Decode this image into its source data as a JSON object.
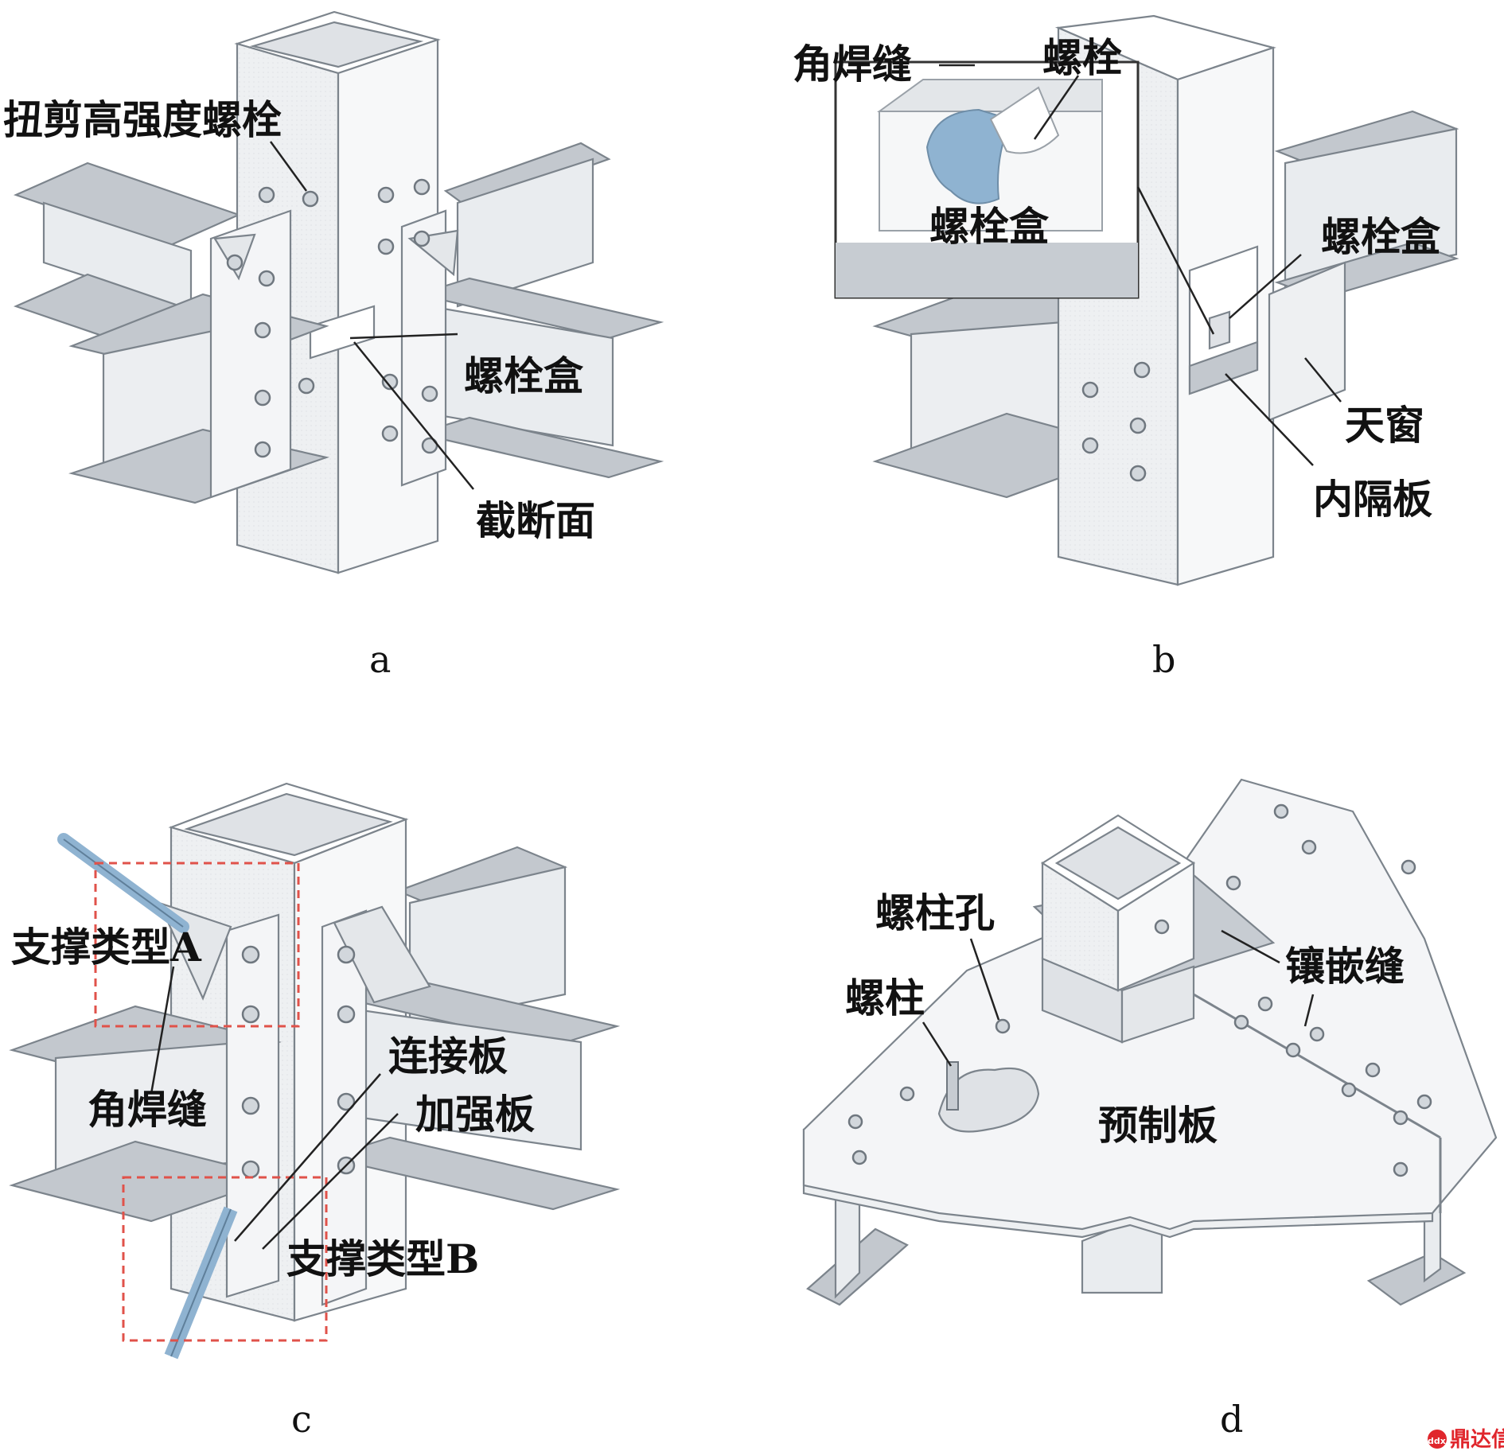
{
  "colors": {
    "steel_light": "#f2f3f5",
    "steel_mid": "#dfe2e6",
    "steel_dark": "#c7ccd2",
    "flange_top": "#b7bcc2",
    "edge": "#7c848c",
    "weld_blue": "#8fb3d1",
    "dashed_red": "#e0524a",
    "watermark_red": "#e0262c"
  },
  "panels": {
    "a": {
      "caption": "a",
      "labels": {
        "bolt": "扭剪高强度螺栓",
        "bolt_box": "螺栓盒",
        "section": "截断面"
      }
    },
    "b": {
      "caption": "b",
      "labels": {
        "fillet_weld": "角焊缝",
        "bolt": "螺栓",
        "bolt_box_inset": "螺栓盒",
        "bolt_box": "螺栓盒",
        "skylight": "天窗",
        "diaphragm": "内隔板"
      }
    },
    "c": {
      "caption": "c",
      "labels": {
        "brace_a": "支撑类型A",
        "fillet_weld": "角焊缝",
        "connect_plate": "连接板",
        "stiffener": "加强板",
        "brace_b": "支撑类型B"
      }
    },
    "d": {
      "caption": "d",
      "labels": {
        "stud_hole": "螺柱孔",
        "stud": "螺柱",
        "inlay_seam": "镶嵌缝",
        "precast_slab": "预制板"
      }
    }
  },
  "watermark": {
    "logo": "ddx",
    "text": "鼎达信"
  }
}
